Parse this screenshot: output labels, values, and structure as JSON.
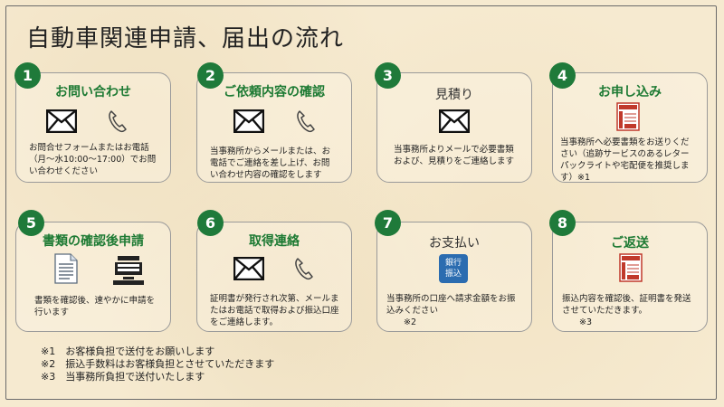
{
  "title": "自動車関連申請、届出の流れ",
  "steps": [
    {
      "num": "1",
      "title": "お問い合わせ",
      "text": "お問合せフォームまたはお電話\n（月～水10:00～17:00）でお問\nい合わせください"
    },
    {
      "num": "2",
      "title": "ご依頼内容の確認",
      "text": "当事務所からメールまたは、お\n電話でご連絡を差し上げ、お問\nい合わせ内容の確認をします"
    },
    {
      "num": "3",
      "title": "見積り",
      "text": "当事務所よりメールで必要書類\nおよび、見積りをご連絡します"
    },
    {
      "num": "4",
      "title": "お申し込み",
      "text": "当事務所へ必要書類をお送りくだ\nさい（追跡サービスのあるレター\nパックライトや宅配便を推奨しま\nす）※1"
    },
    {
      "num": "5",
      "title": "書類の確認後申請",
      "text": "書類を確認後、速やかに申請を\n行います"
    },
    {
      "num": "6",
      "title": "取得連絡",
      "text": "証明書が発行され次第、メールま\nたはお電話で取得および振込口座\nをご連絡します。"
    },
    {
      "num": "7",
      "title": "お支払い",
      "text": "当事務所の口座へ請求金額をお振\n込みください\n　　※2",
      "bank_label_1": "銀行",
      "bank_label_2": "振込"
    },
    {
      "num": "8",
      "title": "ご返送",
      "text": "振込内容を確認後、証明書を発送\nさせていただきます。\n　　※3"
    }
  ],
  "notes": [
    "※1　お客様負担で送付をお願いします",
    "※2　振込手数料はお客様負担とさせていただきます",
    "※3　当事務所負担で送付いたします"
  ],
  "colors": {
    "accent_green": "#1f7a3a",
    "bank_blue": "#2b6cb0",
    "doc_red": "#c0392b"
  }
}
